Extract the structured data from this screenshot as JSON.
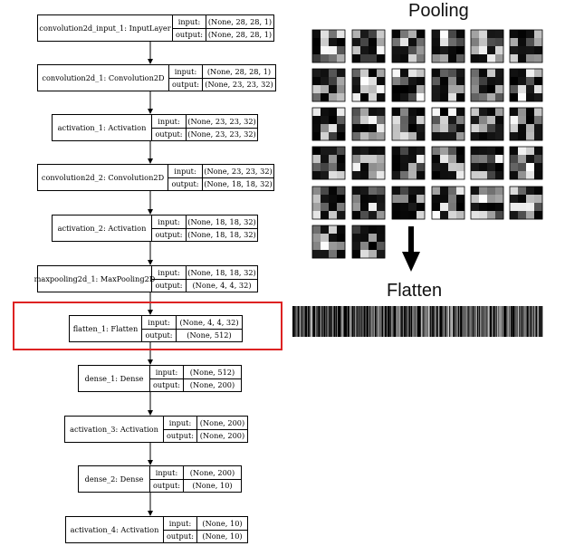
{
  "graph": {
    "port_labels": {
      "input": "input:",
      "output": "output:"
    },
    "layers": [
      {
        "name": "convolution2d_input_1: InputLayer",
        "input": "(None, 28, 28, 1)",
        "output": "(None, 28, 28, 1)"
      },
      {
        "name": "convolution2d_1: Convolution2D",
        "input": "(None, 28, 28, 1)",
        "output": "(None, 23, 23, 32)"
      },
      {
        "name": "activation_1: Activation",
        "input": "(None, 23, 23, 32)",
        "output": "(None, 23, 23, 32)"
      },
      {
        "name": "convolution2d_2: Convolution2D",
        "input": "(None, 23, 23, 32)",
        "output": "(None, 18, 18, 32)"
      },
      {
        "name": "activation_2: Activation",
        "input": "(None, 18, 18, 32)",
        "output": "(None, 18, 18, 32)"
      },
      {
        "name": "maxpooling2d_1: MaxPooling2D",
        "input": "(None, 18, 18, 32)",
        "output": "(None, 4, 4, 32)"
      },
      {
        "name": "flatten_1: Flatten",
        "input": "(None, 4, 4, 32)",
        "output": "(None, 512)",
        "highlighted": true
      },
      {
        "name": "dense_1: Dense",
        "input": "(None, 512)",
        "output": "(None, 200)"
      },
      {
        "name": "activation_3: Activation",
        "input": "(None, 200)",
        "output": "(None, 200)"
      },
      {
        "name": "dense_2: Dense",
        "input": "(None, 200)",
        "output": "(None, 10)"
      },
      {
        "name": "activation_4: Activation",
        "input": "(None, 10)",
        "output": "(None, 10)"
      }
    ]
  },
  "pooling": {
    "title": "Pooling",
    "feature_map_count": 32,
    "feature_map_size": 4
  },
  "flatten": {
    "title": "Flatten",
    "vector_length": 512
  },
  "colors": {
    "highlight": "#dd2222",
    "edge": "#000000"
  }
}
